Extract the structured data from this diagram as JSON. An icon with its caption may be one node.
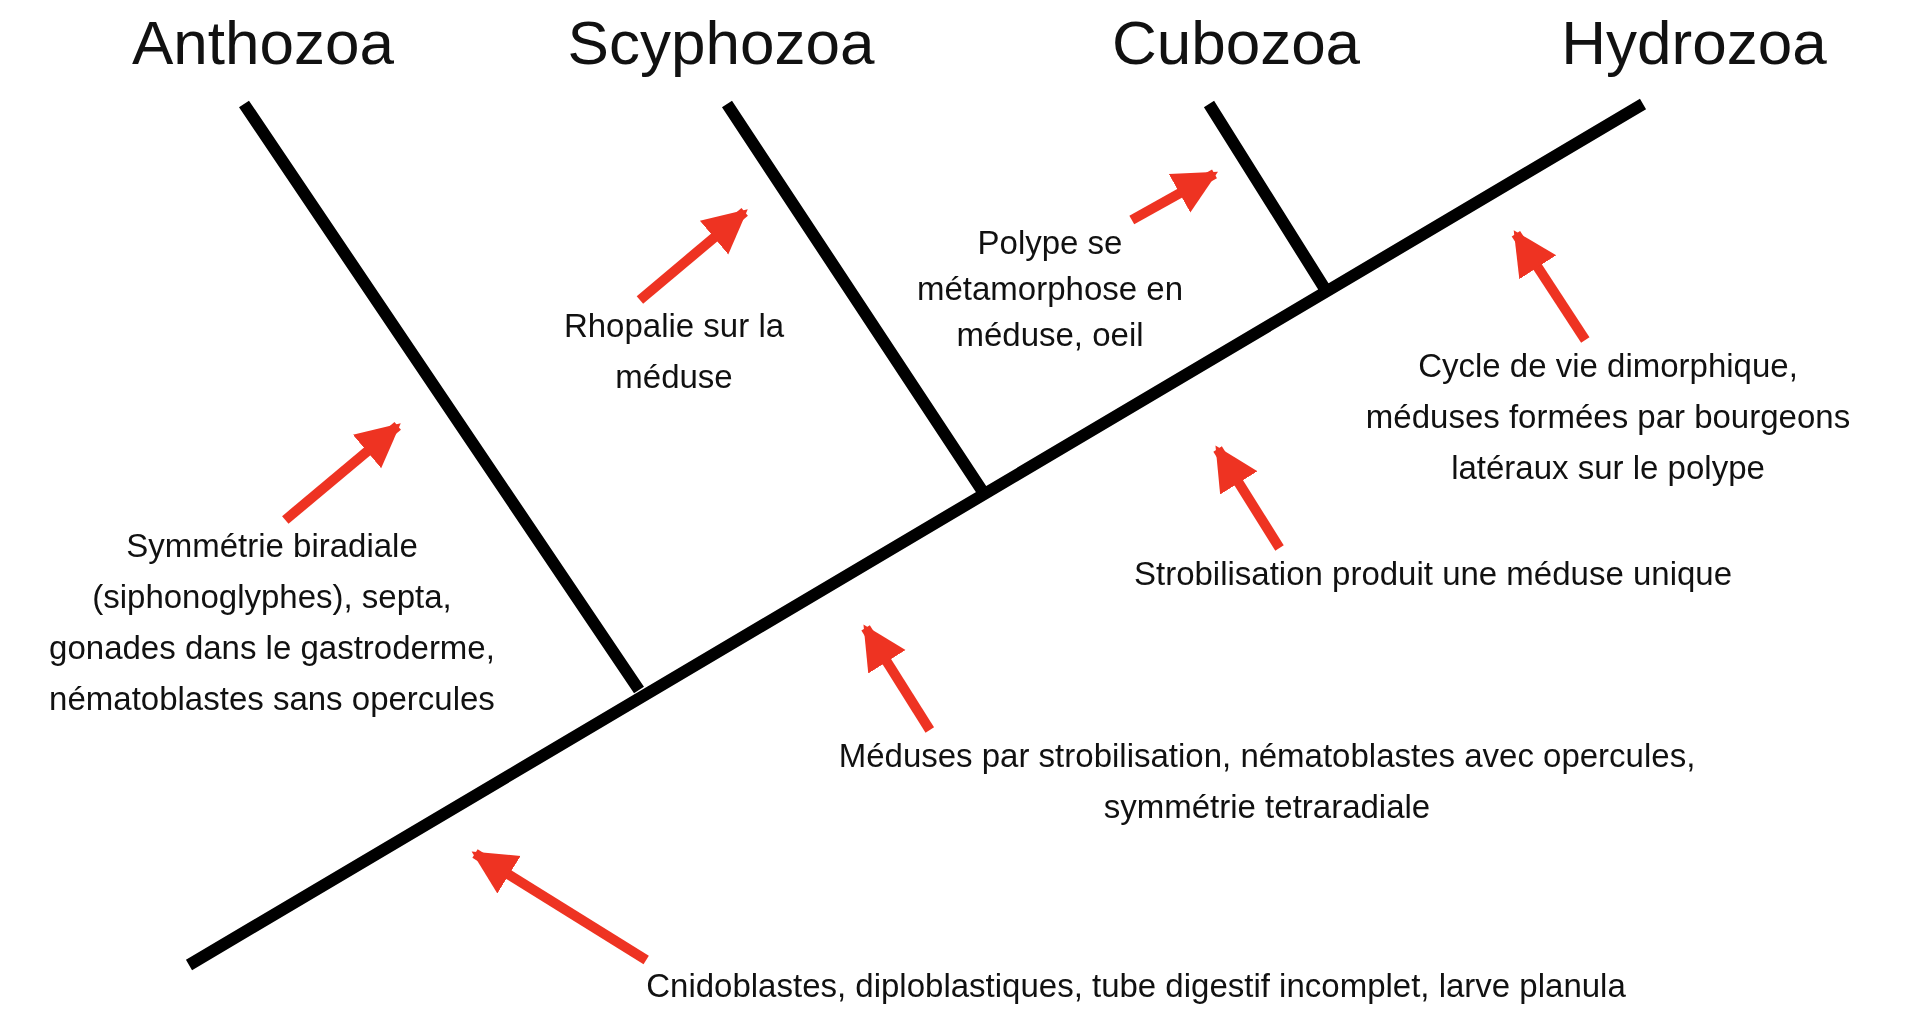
{
  "diagram": {
    "nodes": [
      {
        "text": [
          "Anthozoa"
        ]
      },
      {
        "text": [
          "Scyphozoa"
        ]
      },
      {
        "text": [
          "Cubozoa"
        ]
      },
      {
        "text": [
          "Hydrozoa"
        ]
      },
      {
        "text": [
          "Polype se métamorphose en méduse, oeil"
        ]
      },
      {
        "text": [
          "Rhopalie sur la méduse"
        ]
      },
      {
        "text": [
          "Cycle de vie dimorphique, méduses formées par bourgeons latéraux sur le polype"
        ]
      },
      {
        "text": [
          "Symmétrie biradiale (siphonoglyphes), septa, gonades dans le gastroderme, nématoblastes sans opercules"
        ]
      },
      {
        "text": [
          "Strobilisation produit une méduse unique"
        ]
      },
      {
        "text": [
          "Méduses par strobilisation, nématoblastes avec opercules, symmétrie tetraradiale"
        ]
      },
      {
        "text": [
          "Cnidoblastes, diploblastiques, tube digestif incomplet, larve planula"
        ]
      }
    ],
    "edges": [
      {
        "from": 4,
        "to": null,
        "arrow": "to"
      },
      {
        "from": 5,
        "to": null,
        "arrow": "to"
      },
      {
        "from": 6,
        "to": null,
        "arrow": "to"
      },
      {
        "from": 7,
        "to": null,
        "arrow": "to"
      },
      {
        "from": 8,
        "to": null,
        "arrow": "to"
      },
      {
        "from": 9,
        "to": null,
        "arrow": "to"
      },
      {
        "from": 10,
        "to": null,
        "arrow": "to"
      }
    ]
  }
}
